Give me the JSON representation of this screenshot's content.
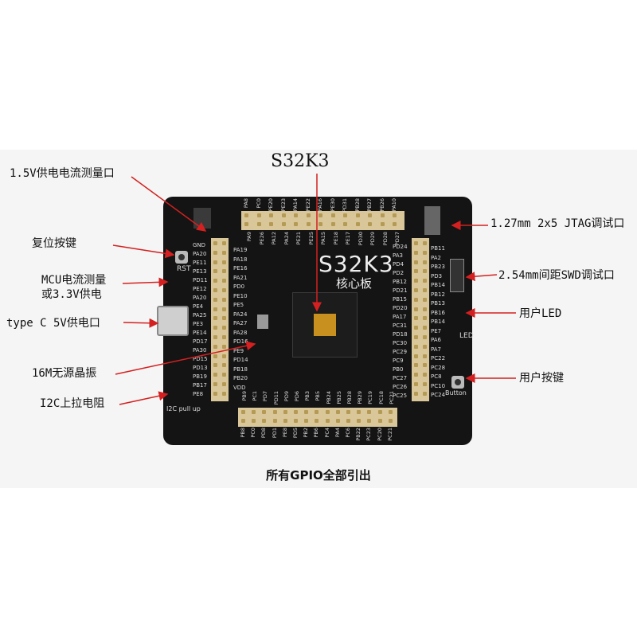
{
  "title": "S32K3",
  "caption": "所有GPIO全部引出",
  "annotations": {
    "current_1v5": "1.5V供电电流测量口",
    "reset_key": "复位按键",
    "mcu_current_l1": "MCU电流测量",
    "mcu_current_l2": "或3.3V供电",
    "typec": "type C 5V供电口",
    "crystal": "16M无源晶振",
    "i2c_pullup": "I2C上拉电阻",
    "jtag": "1.27mm 2x5 JTAG调试口",
    "swd": "2.54mm间距SWD调试口",
    "user_led": "用户LED",
    "user_key": "用户按键"
  },
  "board": {
    "brand": "S32K3",
    "brand_sub": "核心板",
    "rst": "RST",
    "led": "LED",
    "button": "Button",
    "i2c": "I2C pull up",
    "left_pins": [
      "GND",
      "PA20",
      "PE11",
      "PE13",
      "PD11",
      "PE12",
      "PA20",
      "PE4",
      "PA25",
      "PE3",
      "PE14",
      "PD17",
      "PA30",
      "PD15",
      "PD13",
      "PB19",
      "PB17",
      "PE8"
    ],
    "left_inner_pins": [
      "PA19",
      "PA18",
      "PE16",
      "PA21",
      "PD0",
      "PE10",
      "PE5",
      "PA24",
      "PA27",
      "PA28",
      "PD16",
      "PE9",
      "PD14",
      "PB18",
      "PB20",
      "VDD"
    ],
    "right_pins": [
      "PB11",
      "PA2",
      "PB23",
      "PD3",
      "PB14",
      "PB12",
      "PB13",
      "PB16",
      "PB14",
      "PE7",
      "PA6",
      "PA7",
      "PC22",
      "PC28",
      "PC8",
      "PC10",
      "PC24"
    ],
    "right_inner_pins": [
      "PD24",
      "PA3",
      "PD4",
      "PD2",
      "PB12",
      "PD21",
      "PB15",
      "PD20",
      "PA17",
      "PC31",
      "PD18",
      "PC30",
      "PC29",
      "PC9",
      "PB0",
      "PC27",
      "PC26",
      "PC25"
    ],
    "top_pins": [
      "PA8",
      "PC0",
      "PE20",
      "PE23",
      "PA14",
      "PE22",
      "PA16",
      "PE30",
      "PD31",
      "PB28",
      "PB27",
      "PB26",
      "PA10"
    ],
    "top_inner_pins": [
      "PA9",
      "PE26",
      "PA12",
      "PA24",
      "PE21",
      "PE25",
      "PA15",
      "PE18",
      "PE17",
      "PD30",
      "PD29",
      "PD28",
      "PD27"
    ],
    "bottom_pins": [
      "PB8",
      "PC0",
      "PD8",
      "PD1",
      "PE8",
      "PD5",
      "PB2",
      "PB6",
      "PC4",
      "PA4",
      "PC6",
      "PB22",
      "PC23",
      "PC20",
      "PC21"
    ],
    "bottom_inner_pins": [
      "PB9",
      "PC1",
      "PD7",
      "PD11",
      "PD9",
      "PD6",
      "PB3",
      "PB5",
      "PB24",
      "PB25",
      "PB28",
      "PB29",
      "PC19",
      "PC18",
      "PC21"
    ]
  }
}
